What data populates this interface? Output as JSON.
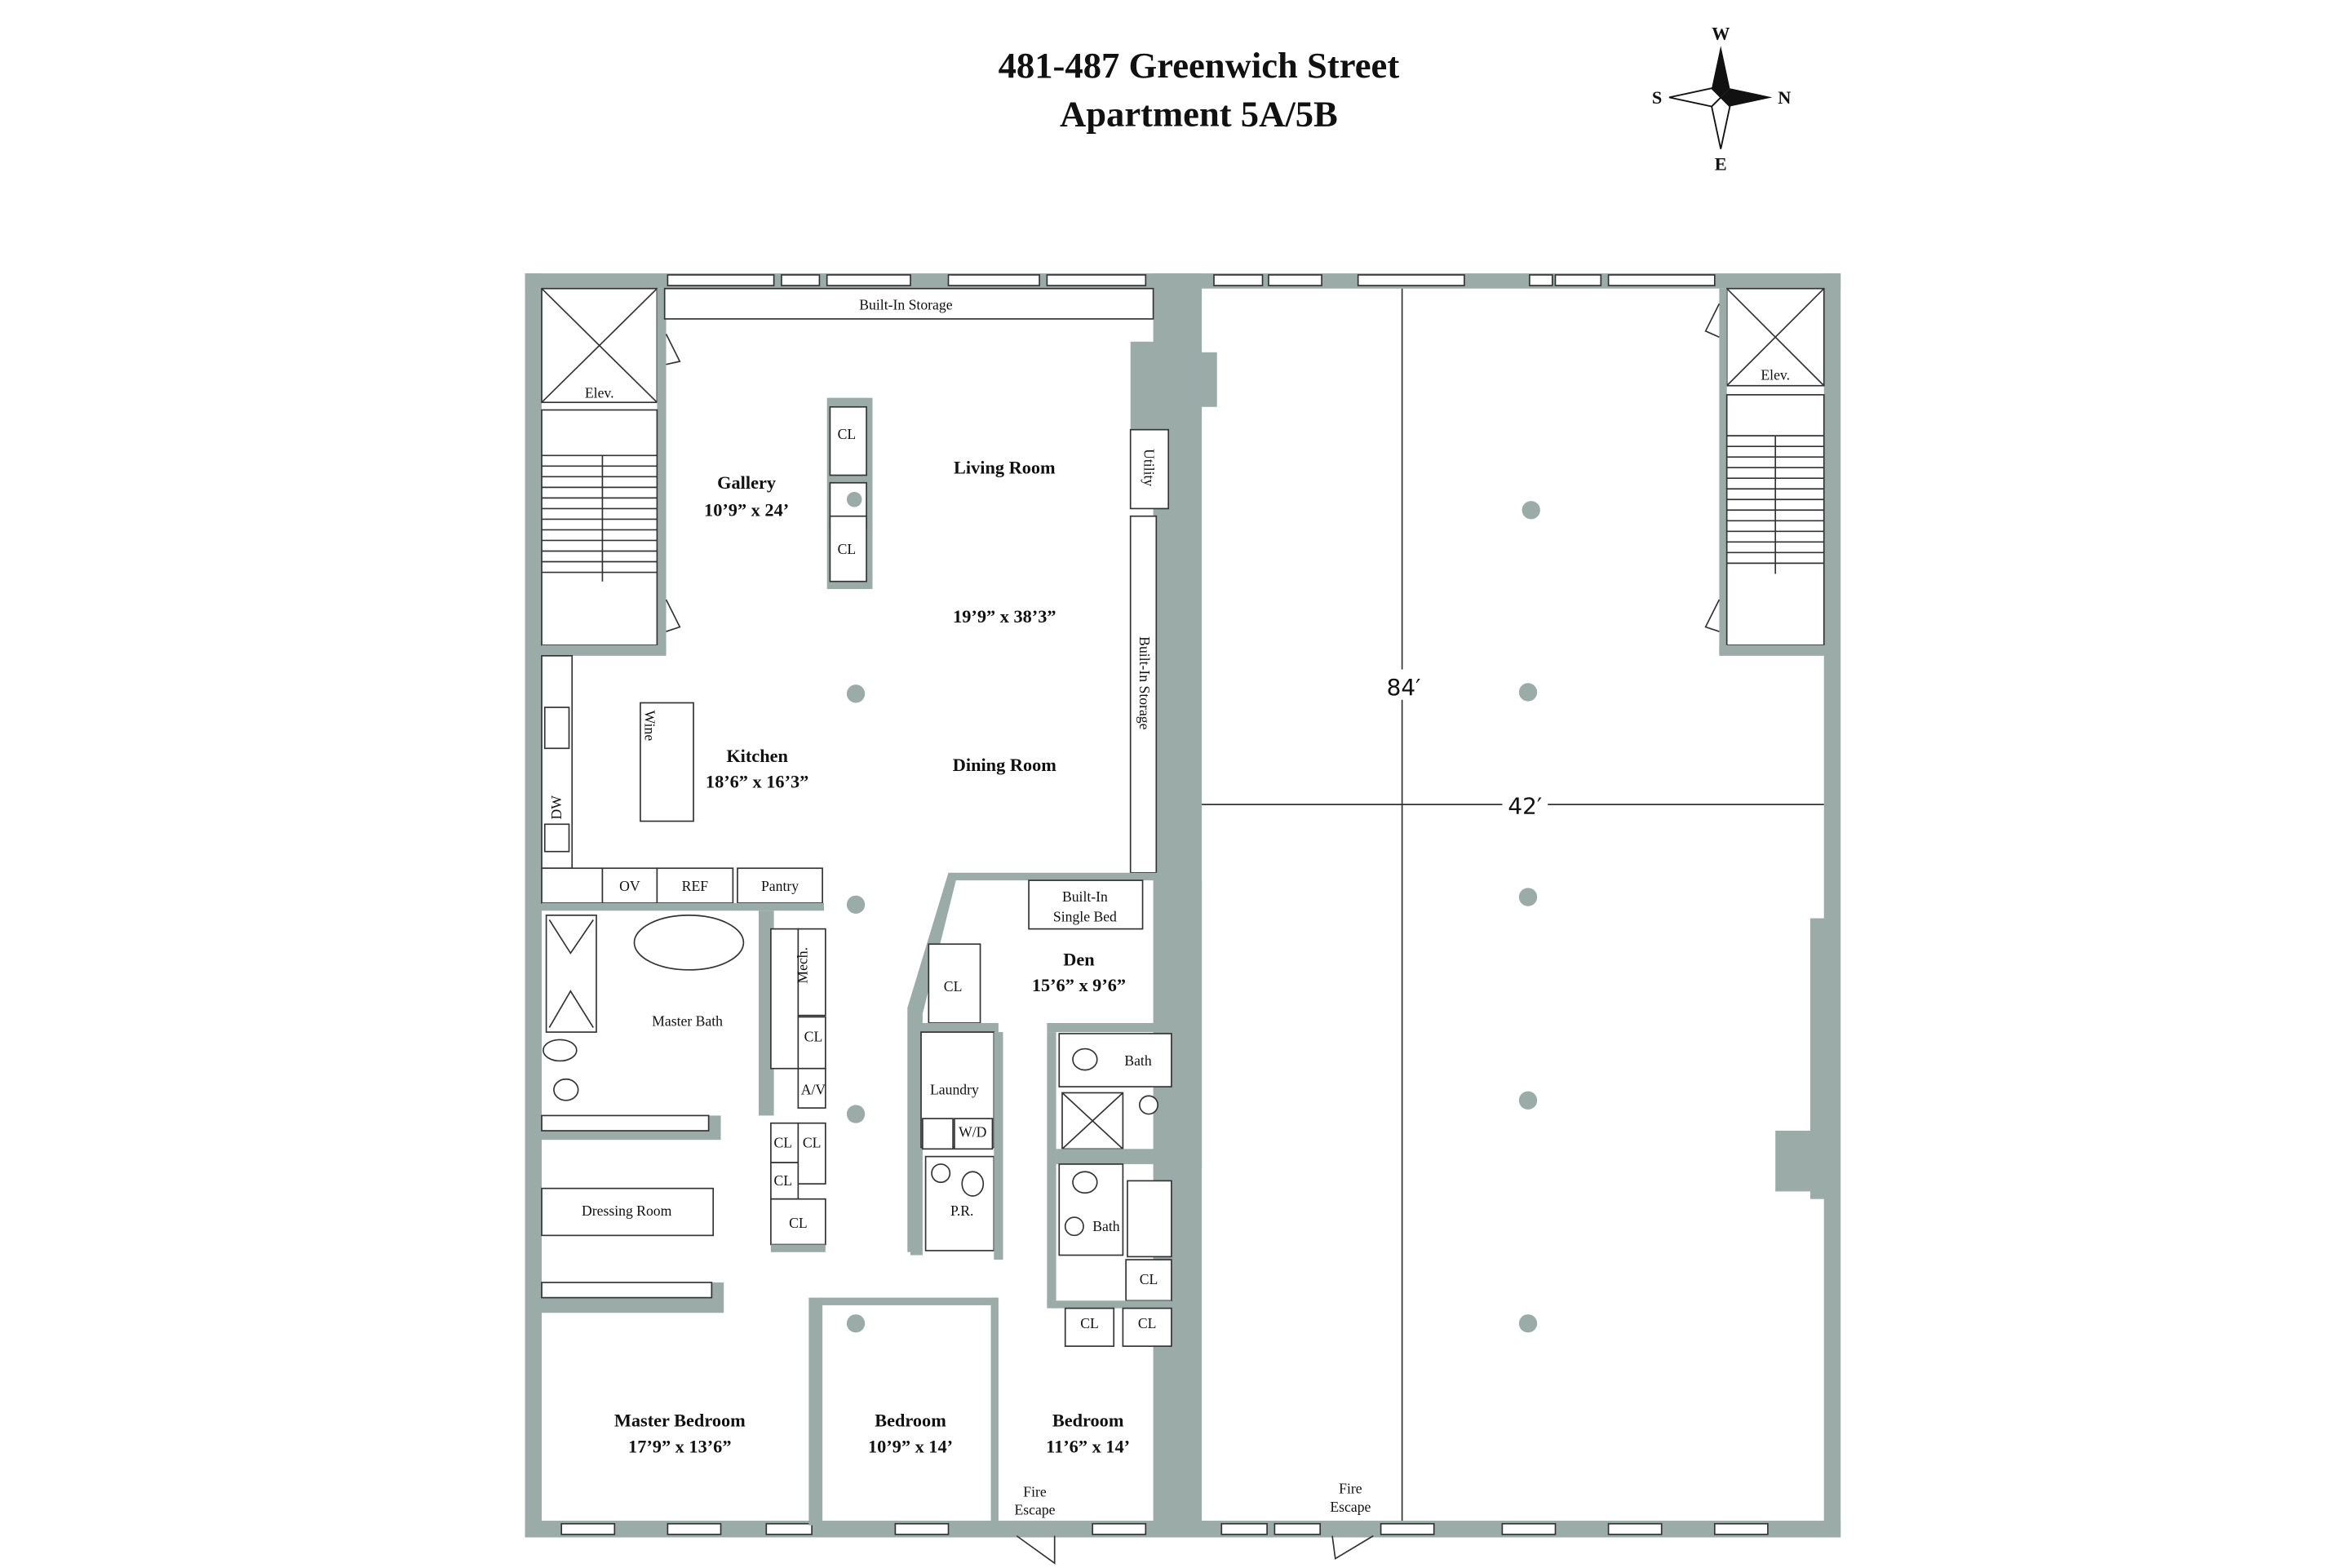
{
  "header": {
    "line1": "481-487 Greenwich Street",
    "line2": "Apartment 5A/5B"
  },
  "compass": {
    "top": "W",
    "left": "S",
    "right": "N",
    "bottom": "E"
  },
  "colors": {
    "wall": "#9aaba8",
    "line": "#333333"
  },
  "unit_left": {
    "built_in_storage_top": "Built-In Storage",
    "elevator": "Elev.",
    "gallery": {
      "name": "Gallery",
      "size": "10’9” x 24’"
    },
    "living_room": {
      "name": "Living Room",
      "size": "19’9” x 38’3”"
    },
    "dining_room": {
      "name": "Dining Room"
    },
    "utility": "Utility",
    "built_in_storage_side": "Built-In Storage",
    "closet": "CL",
    "kitchen": {
      "name": "Kitchen",
      "size": "18’6” x 16’3”"
    },
    "wine": "Wine",
    "dw": "DW",
    "ov": "OV",
    "ref": "REF",
    "pantry": "Pantry",
    "master_bath": "Master Bath",
    "mech": "Mech.",
    "av": "A/V",
    "dressing_room": "Dressing Room",
    "built_in_bed": [
      "Built-In",
      "Single Bed"
    ],
    "den": {
      "name": "Den",
      "size": "15’6” x 9’6”"
    },
    "laundry": "Laundry",
    "wd": "W/D",
    "pr": "P.R.",
    "bath": "Bath",
    "master_bedroom": {
      "name": "Master Bedroom",
      "size": "17’9” x 13’6”"
    },
    "bedroom_1": {
      "name": "Bedroom",
      "size": "10’9” x 14’"
    },
    "bedroom_2": {
      "name": "Bedroom",
      "size": "11’6” x 14’"
    },
    "fire_escape": [
      "Fire",
      "Escape"
    ]
  },
  "unit_right": {
    "elevator": "Elev.",
    "length": "84′",
    "width": "42′",
    "fire_escape": [
      "Fire",
      "Escape"
    ]
  }
}
